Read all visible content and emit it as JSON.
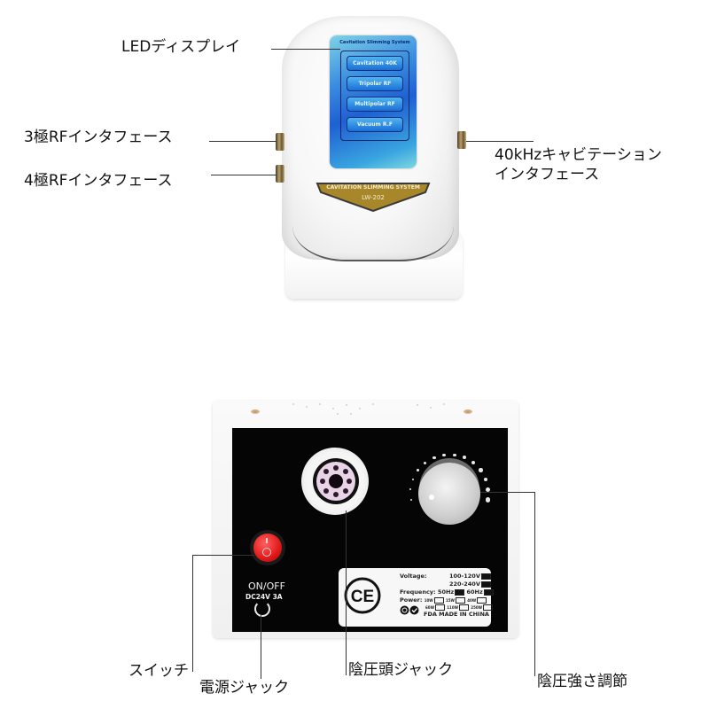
{
  "top_device": {
    "screen_title": "Cavitation Slimming System",
    "modes": [
      "Cavitation 40K",
      "Tripolar RF",
      "Multipolar RF",
      "Vacuum R.F"
    ],
    "badge_title": "CAVITATION SLIMMING SYSTEM",
    "badge_model": "LW-202",
    "labels": {
      "led_display": "LEDディスプレイ",
      "rf3_interface": "3極RFインタフェース",
      "rf4_interface": "4極RFインタフェース",
      "cavitation_interface_line1": "40kHzキャビテーション",
      "cavitation_interface_line2": "インタフェース"
    }
  },
  "bottom_device": {
    "switch_label": "ON/OFF",
    "power_rating": "DC24V 3A",
    "spec_plate": {
      "ce_mark": "CE",
      "voltage_label": "Voltage:",
      "voltage_options": [
        "100-120V",
        "220-240V"
      ],
      "frequency_label": "Frequency:",
      "frequency_options": [
        "50Hz",
        "60Hz"
      ],
      "power_label": "Power:",
      "power_options": [
        "10W",
        "15W",
        "40W",
        "60W",
        "110W",
        "250W"
      ],
      "footer": "FDA MADE IN CHINA"
    },
    "labels": {
      "switch": "スイッチ",
      "power_jack": "電源ジャック",
      "vacuum_head_jack": "陰圧頭ジャック",
      "vacuum_intensity": "陰圧強さ調節"
    }
  },
  "colors": {
    "screen_blue": "#1f5fd3",
    "badge_gold": "#a8862a",
    "switch_red": "#e01818",
    "panel_black": "#050505",
    "socket_pink": "#e8d4e6"
  }
}
